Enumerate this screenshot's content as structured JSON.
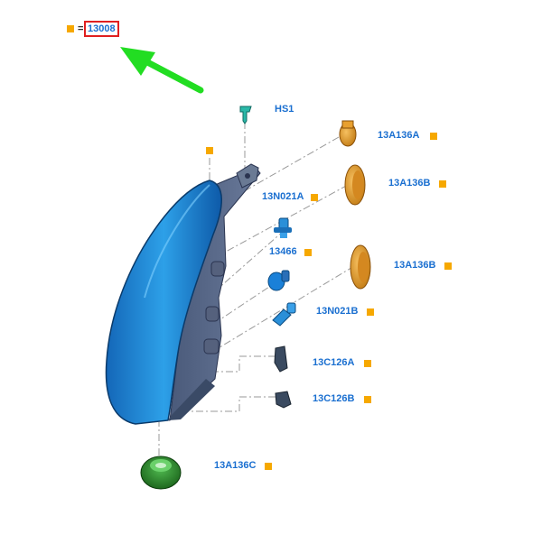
{
  "header": {
    "equals": "=",
    "main_part": "13008"
  },
  "colors": {
    "label": "#1a6fd0",
    "marker": "#f6a800",
    "highlight": "#e02020",
    "arrow": "#22dd22",
    "housing": "#1e90d8",
    "cap": "#e8a030",
    "seal": "#2a8a2a"
  },
  "callouts": {
    "hs1": "HS1",
    "c13a136a": "13A136A",
    "c13a136b_top": "13A136B",
    "c13n021a": "13N021A",
    "c13466": "13466",
    "c13a136b_bottom": "13A136B",
    "c13n021b": "13N021B",
    "c13c126a": "13C126A",
    "c13c126b": "13C126B",
    "c13a136c": "13A136C"
  }
}
